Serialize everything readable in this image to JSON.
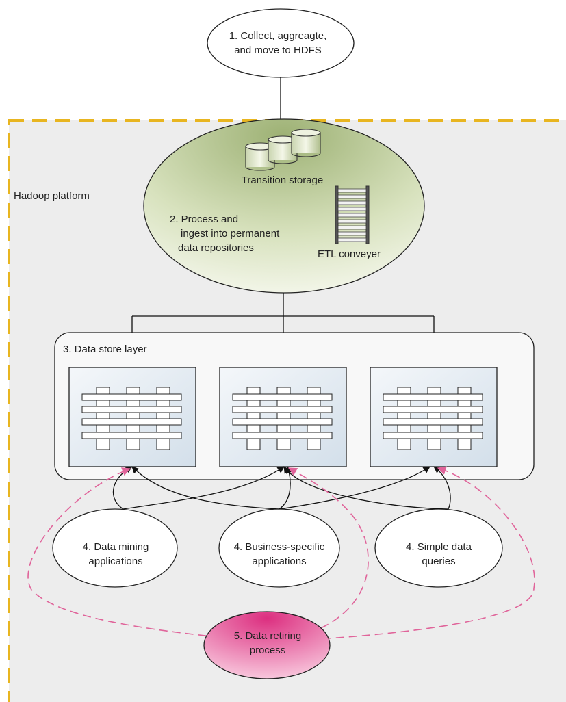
{
  "platform": {
    "label": "Hadoop platform"
  },
  "nodes": {
    "collect": {
      "lines": [
        "1. Collect, aggreagte,",
        "and move to HDFS"
      ]
    },
    "process": {
      "lines": [
        "2. Process and",
        "ingest into permanent",
        "data repositories"
      ],
      "transition_storage": "Transition storage",
      "etl_conveyer": "ETL conveyer"
    },
    "data_store": {
      "label": "3. Data store layer",
      "store_count": 3
    },
    "apps": [
      {
        "lines": [
          "4. Data mining",
          "applications"
        ]
      },
      {
        "lines": [
          "4. Business-specific",
          "applications"
        ]
      },
      {
        "lines": [
          "4. Simple data",
          "queries"
        ]
      }
    ],
    "retire": {
      "lines": [
        "5. Data retiring",
        "process"
      ]
    }
  },
  "colors": {
    "platform_border": "#E8B520",
    "platform_fill": "#EDEDED",
    "process_fill_top": "#A3B77C",
    "process_fill_bottom": "#F4F6EC",
    "store_panel_fill": "#E4ECF3",
    "retire_fill": "#E0488C",
    "retire_arrow": "#E0649A",
    "arrow": "#111111"
  }
}
